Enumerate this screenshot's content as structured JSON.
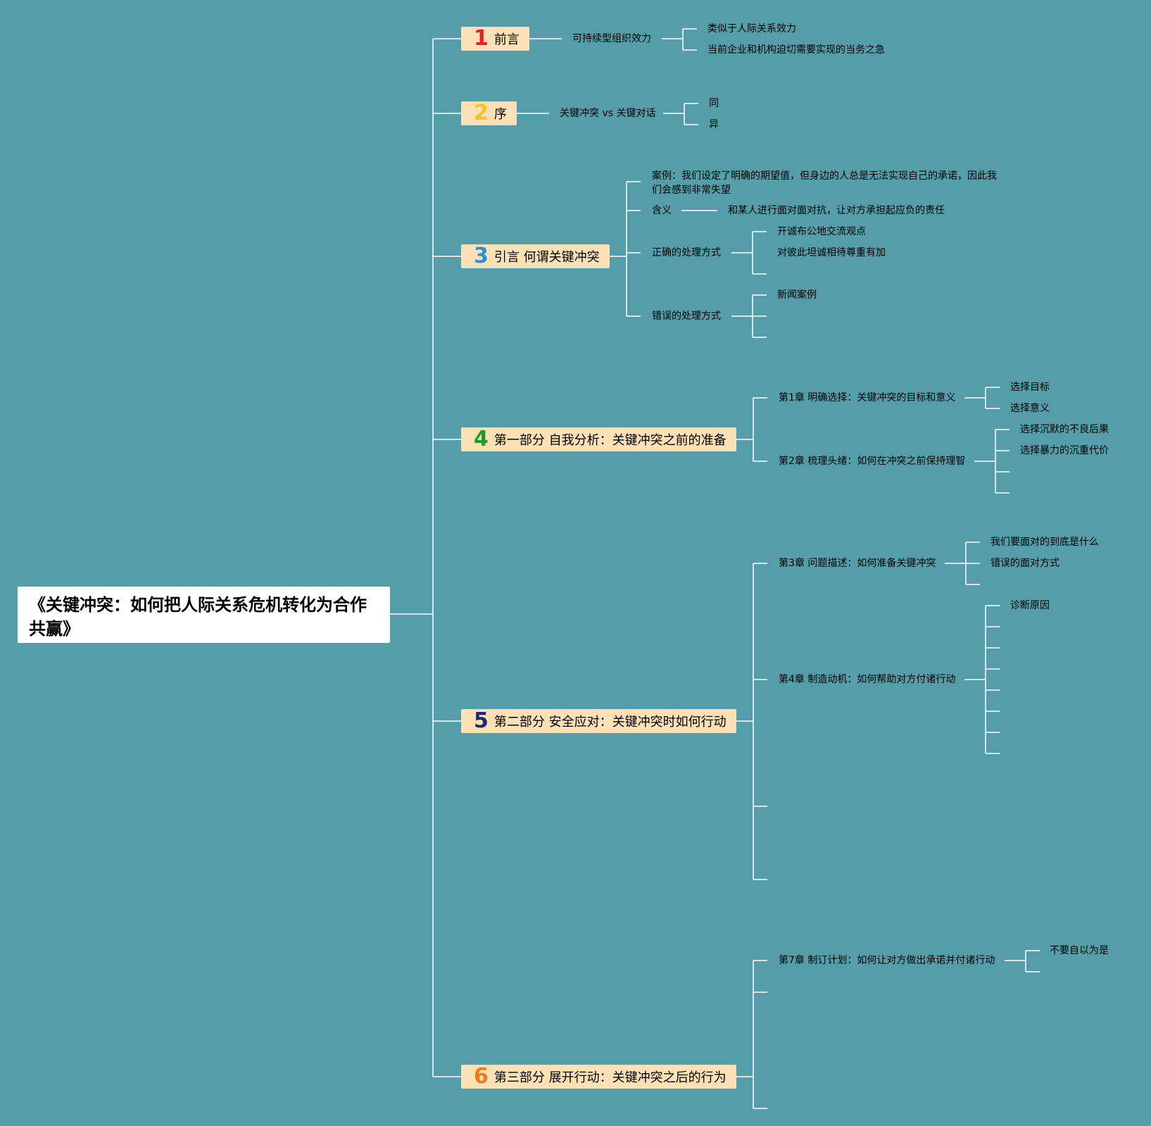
{
  "root": {
    "title": "《关键冲突：如何把人际关系危机转化为合作共赢》"
  },
  "sections": [
    {
      "number": "1",
      "number_color": "#e02424",
      "label": "前言"
    },
    {
      "number": "2",
      "number_color": "#f2c230",
      "label": "序"
    },
    {
      "number": "3",
      "number_color": "#2a8fd6",
      "label": "引言 何谓关键冲突"
    },
    {
      "number": "4",
      "number_color": "#1f9a2e",
      "label": "第一部分 自我分析：关键冲突之前的准备"
    },
    {
      "number": "5",
      "number_color": "#1d2a6b",
      "label": "第二部分 安全应对：关键冲突时如何行动"
    },
    {
      "number": "6",
      "number_color": "#f07a1a",
      "label": "第三部分 展开行动：关键冲突之后的行为"
    }
  ],
  "nodes": {
    "s1_sub": "可持续型组织效力",
    "s1_a": "类似于人际关系效力",
    "s1_b": "当前企业和机构迫切需要实现的当务之急",
    "s2_sub": "关键冲突 vs 关键对话",
    "s2_a": "同",
    "s2_b": "异",
    "s3_case": "案例：我们设定了明确的期望值，但身边的人总是无法实现自己的承诺，因此我们会感到非常失望",
    "s3_meaning": "含义",
    "s3_meaning_detail": "和某人进行面对面对抗，让对方承担起应负的责任",
    "s3_right": "正确的处理方式",
    "s3_right_a": "开诚布公地交流观点",
    "s3_right_b": "对彼此坦诚相待尊重有加",
    "s3_wrong": "错误的处理方式",
    "s3_wrong_a": "新闻案例",
    "s4_ch1": "第1章 明确选择：关键冲突的目标和意义",
    "s4_ch1_a": "选择目标",
    "s4_ch1_b": "选择意义",
    "s4_ch2": "第2章 梳理头绪：如何在冲突之前保持理智",
    "s4_ch2_a": "选择沉默的不良后果",
    "s4_ch2_b": "选择暴力的沉重代价",
    "s5_ch3": "第3章 问题描述：如何准备关键冲突",
    "s5_ch3_a": "我们要面对的到底是什么",
    "s5_ch3_b": "错误的面对方式",
    "s5_ch4": "第4章 制造动机：如何帮助对方付诸行动",
    "s5_ch4_a": "诊断原因",
    "s6_ch7": "第7章 制订计划：如何让对方做出承诺并付诸行动",
    "s6_ch7_a": "不要自以为是"
  },
  "colors": {
    "background": "#549da9",
    "line": "#ffffff",
    "section_fill": "#fce0b6"
  }
}
